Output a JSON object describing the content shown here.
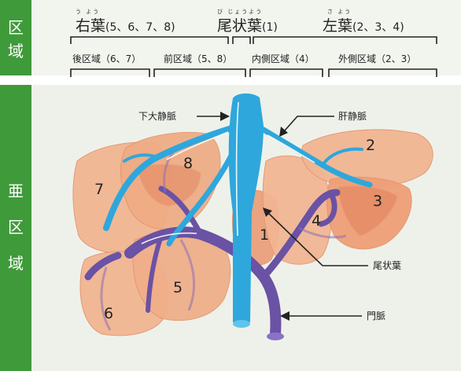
{
  "sidebar": {
    "top_label": [
      "区",
      "域"
    ],
    "bottom_label": [
      "亜",
      "区",
      "域"
    ]
  },
  "lobes": {
    "right": {
      "ruby": "う よう",
      "name": "右葉",
      "segments": "(5、6、7、8)"
    },
    "caudate": {
      "ruby": "び じょうよう",
      "name": "尾状葉",
      "segments": "(1)"
    },
    "left": {
      "ruby": "さ よう",
      "name": "左葉",
      "segments": "(2、3、4)"
    }
  },
  "sectors": {
    "posterior": "後区域（6、7）",
    "anterior": "前区域（5、8）",
    "medial": "内側区域（4）",
    "lateral": "外側区域（2、3）"
  },
  "segment_numbers": {
    "s1": "1",
    "s2": "2",
    "s3": "3",
    "s4": "4",
    "s5": "5",
    "s6": "6",
    "s7": "7",
    "s8": "8"
  },
  "callouts": {
    "ivc": "下大静脈",
    "hepatic_vein": "肝静脈",
    "caudate_lobe": "尾状葉",
    "portal_vein": "門脈"
  },
  "colors": {
    "band": "#3f9a3a",
    "liver": "#f0b08c",
    "liver_dark": "#e07f5a",
    "hepatic_vein": "#2ea7dc",
    "portal_vein": "#6a52a4"
  }
}
